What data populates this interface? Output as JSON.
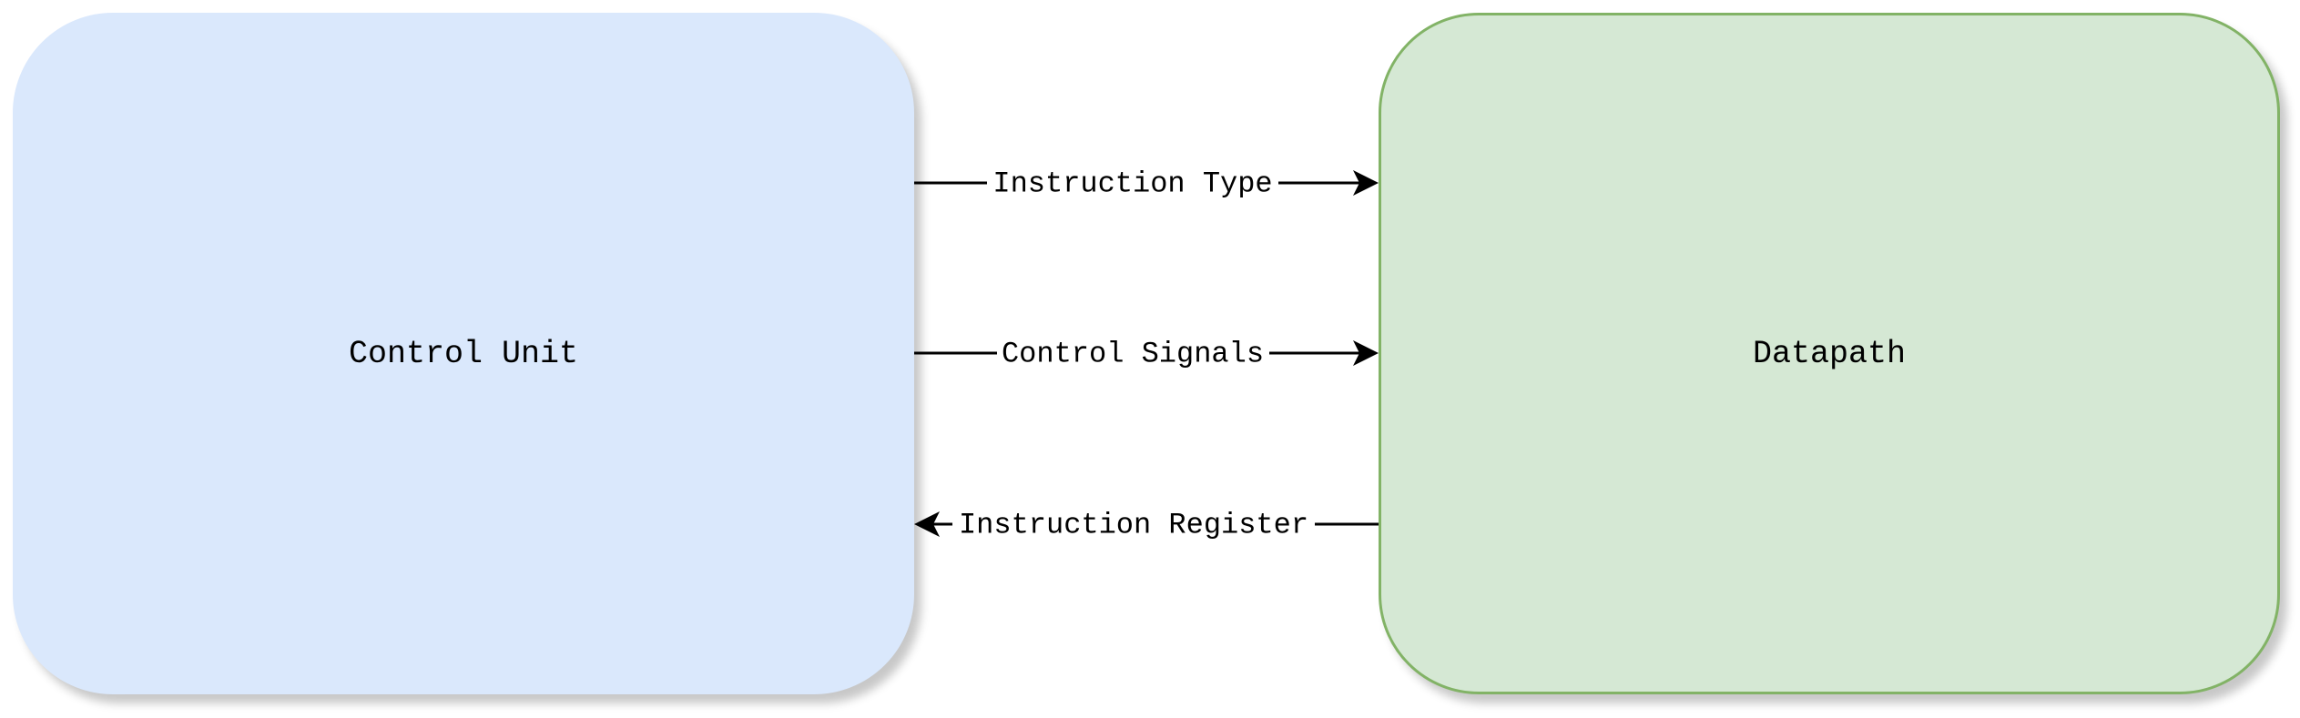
{
  "nodes": {
    "control_unit": {
      "label": "Control Unit",
      "fill": "#dae8fc",
      "stroke": "#dae8fc"
    },
    "datapath": {
      "label": "Datapath",
      "fill": "#d5e8d4",
      "stroke": "#82b366"
    }
  },
  "edges": [
    {
      "label": "Instruction Type",
      "from": "Control Unit",
      "to": "Datapath"
    },
    {
      "label": "Control Signals",
      "from": "Control Unit",
      "to": "Datapath"
    },
    {
      "label": "Instruction Register",
      "from": "Datapath",
      "to": "Control Unit"
    }
  ],
  "colors": {
    "edge": "#000000",
    "background": "#ffffff"
  }
}
